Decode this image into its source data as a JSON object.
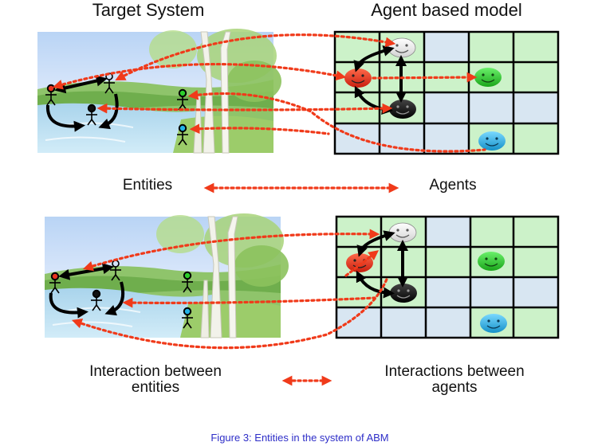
{
  "headings": {
    "left": "Target System",
    "right": "Agent based model"
  },
  "labels": {
    "entities": "Entities",
    "agents": "Agents",
    "interaction_entities_line1": "Interaction between",
    "interaction_entities_line2": "entities",
    "interaction_agents_line1": "Interactions between",
    "interaction_agents_line2": "agents"
  },
  "caption": "Figure 3:  Entities in the system of ABM",
  "colors": {
    "arrow": "#f03a1a",
    "agent_white": "#f4f4f4",
    "agent_red": "#e8321e",
    "agent_green": "#2ccf2c",
    "agent_black": "#111111",
    "agent_cyan": "#22b3e6",
    "caption": "#2e2ec8",
    "grid_green": "#ccf2c9",
    "grid_blue": "#d8e6f2"
  }
}
